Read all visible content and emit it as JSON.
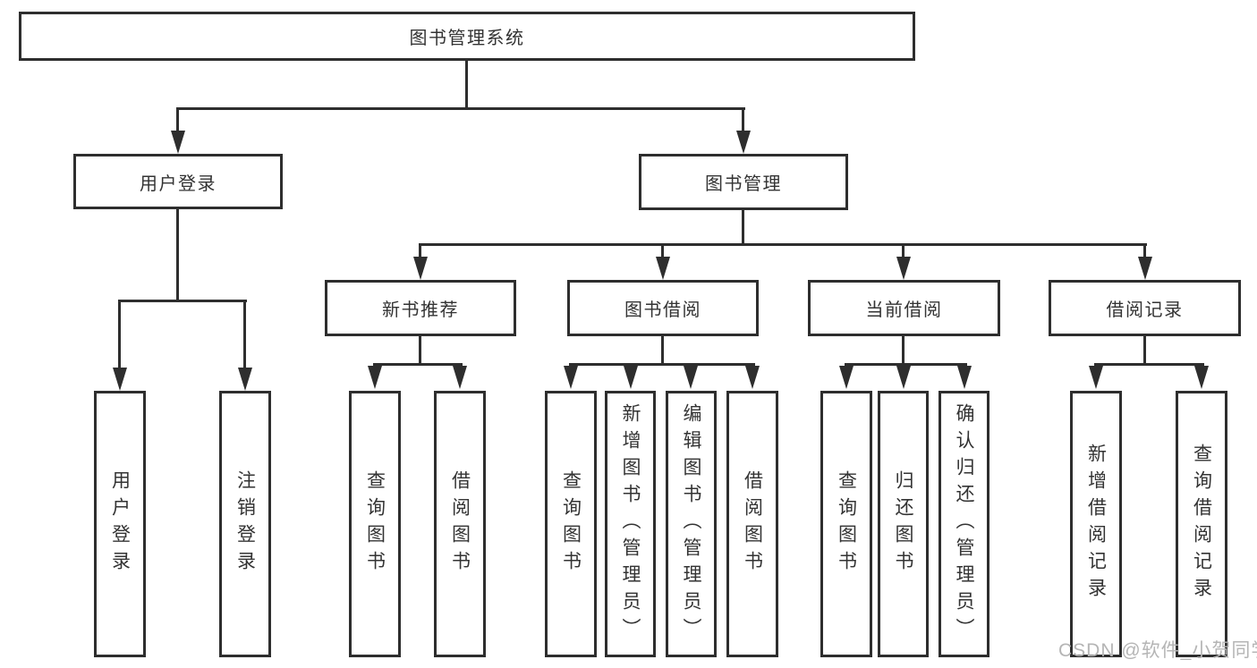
{
  "diagram": {
    "title": "图书管理系统",
    "watermark": "CSDN @软件_小贺同学",
    "colors": {
      "background": "#ffffff",
      "line": "#2e2e2e",
      "text": "#333333",
      "watermark": "#b5b5b5"
    }
  },
  "tree": {
    "label": "图书管理系统",
    "children": [
      {
        "label": "用户登录",
        "children": [
          {
            "label": "用户登录"
          },
          {
            "label": "注销登录"
          }
        ]
      },
      {
        "label": "图书管理",
        "children": [
          {
            "label": "新书推荐",
            "children": [
              {
                "label": "查询图书"
              },
              {
                "label": "借阅图书"
              }
            ]
          },
          {
            "label": "图书借阅",
            "children": [
              {
                "label": "查询图书"
              },
              {
                "label": "新增图书（管理员）"
              },
              {
                "label": "编辑图书（管理员）"
              },
              {
                "label": "借阅图书"
              }
            ]
          },
          {
            "label": "当前借阅",
            "children": [
              {
                "label": "查询图书"
              },
              {
                "label": "归还图书"
              },
              {
                "label": "确认归还（管理员）"
              }
            ]
          },
          {
            "label": "借阅记录",
            "children": [
              {
                "label": "新增借阅记录"
              },
              {
                "label": "查询借阅记录"
              }
            ]
          }
        ]
      }
    ]
  }
}
